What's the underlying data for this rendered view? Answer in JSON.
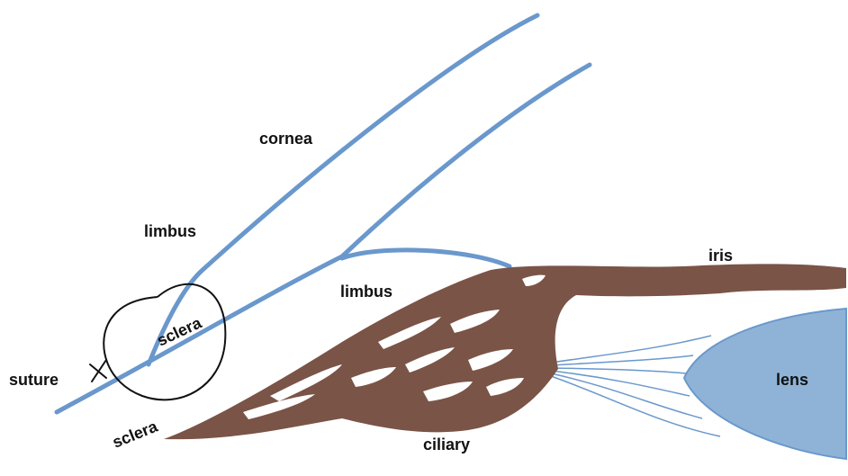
{
  "labels": {
    "cornea": "cornea",
    "limbus_outer": "limbus",
    "limbus_inner": "limbus",
    "iris": "iris",
    "sclera_circle": "sclera",
    "sclera_lower": "sclera",
    "suture": "suture",
    "lens": "lens",
    "ciliary": "ciliary"
  },
  "colors": {
    "cornea_line": "#6a98cc",
    "lens_fill": "#8fb3d6",
    "lens_stroke": "#6a98cc",
    "tissue": "#7a5447",
    "annotation": "#111111",
    "text": "#111111"
  }
}
